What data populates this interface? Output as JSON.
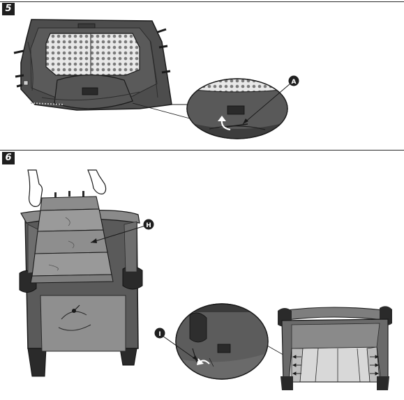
{
  "steps": [
    {
      "number": "5",
      "callouts": [
        {
          "letter": "A"
        }
      ]
    },
    {
      "number": "6",
      "callouts": [
        {
          "letter": "H"
        },
        {
          "letter": "I"
        }
      ]
    }
  ],
  "colors": {
    "fabric_dark": "#4a4a4a",
    "fabric_mid": "#6e6e6e",
    "fabric_light": "#9a9a9a",
    "mattress": "#8c8c8c",
    "outline": "#1a1a1a"
  }
}
